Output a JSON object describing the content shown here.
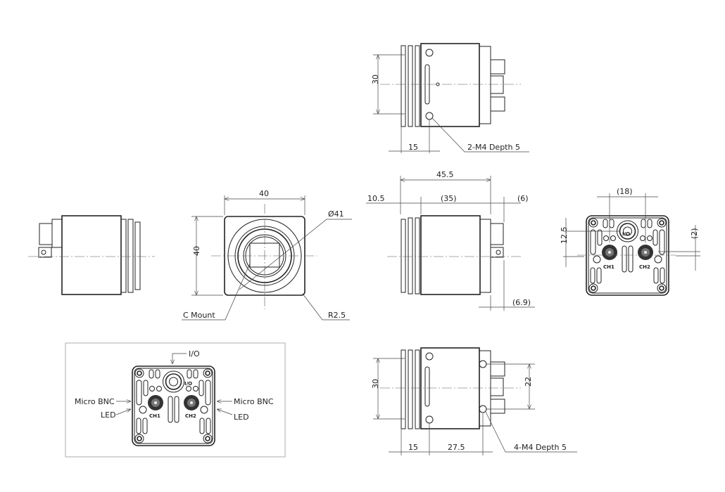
{
  "top_view": {
    "dim_height": "30",
    "dim_offset": "15",
    "hole_note": "2-M4 Depth 5"
  },
  "front_view": {
    "dim_width": "40",
    "dim_height": "40",
    "dim_diameter": "Ø41",
    "mount_label": "C Mount",
    "radius_label": "R2.5"
  },
  "side_view": {
    "dim_total": "45.5",
    "dim_fins": "10.5",
    "dim_body": "(35)",
    "dim_connector": "(6)",
    "dim_bnc": "(6.9)"
  },
  "back_view": {
    "dim_spacing": "(18)",
    "dim_vertical": "12.5",
    "dim_offset": "(2)",
    "io_label": "I/O",
    "ch1_label": "CH1",
    "ch2_label": "CH2"
  },
  "bottom_view": {
    "dim_height": "30",
    "dim_spacing": "22",
    "dim_offset1": "15",
    "dim_offset2": "27.5",
    "hole_note": "4-M4 Depth 5"
  },
  "detail_view": {
    "io_callout": "I/O",
    "micro_bnc_left": "Micro BNC",
    "led_left": "LED",
    "micro_bnc_right": "Micro BNC",
    "led_right": "LED"
  }
}
